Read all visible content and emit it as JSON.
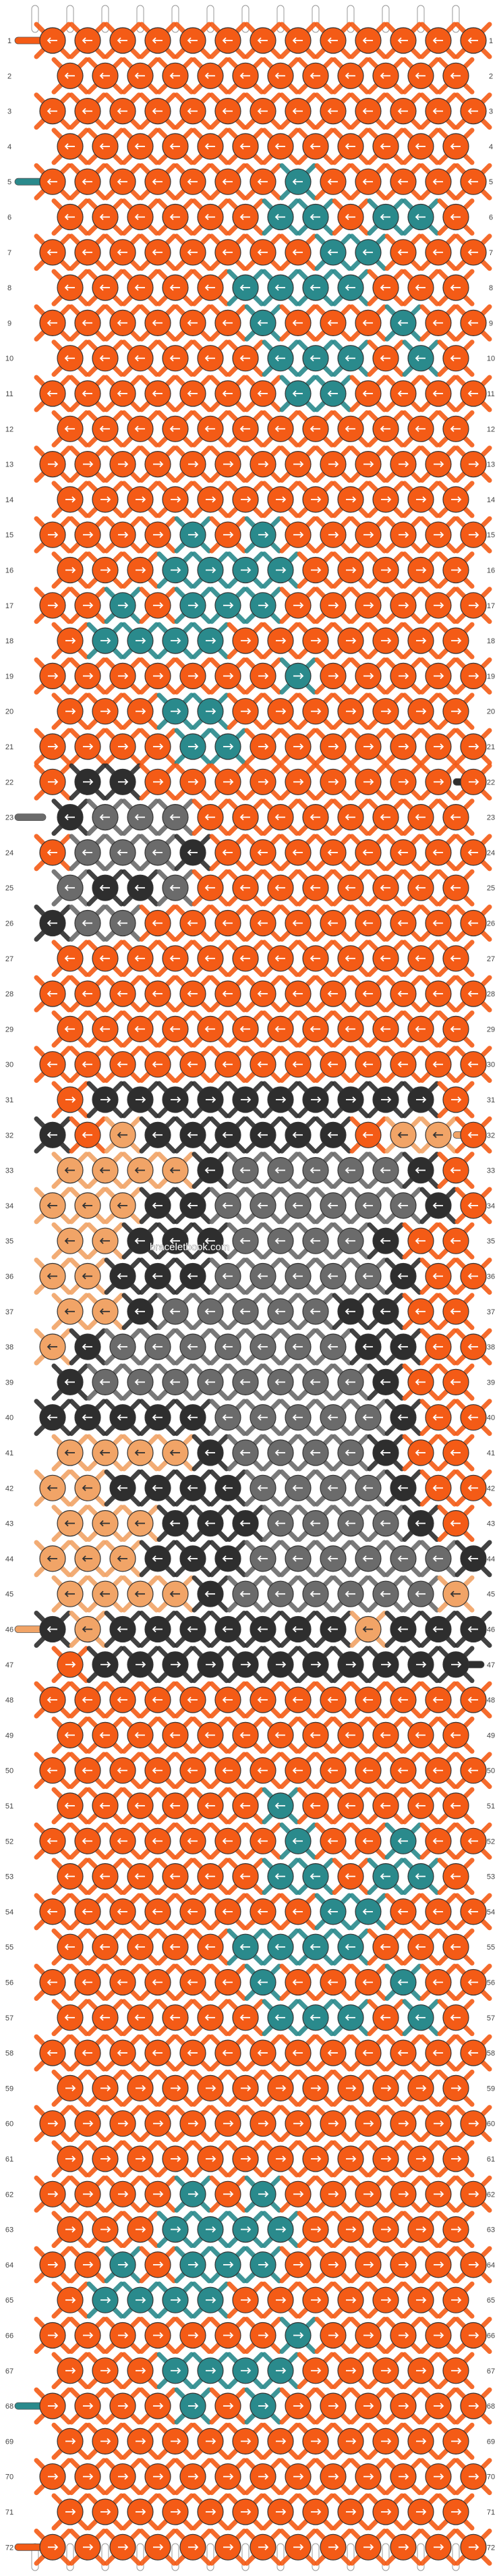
{
  "watermark": "braceletbook.com",
  "colors": {
    "orange": "#f45b16",
    "teal": "#2a8a8c",
    "dark": "#2e2e2e",
    "gray": "#6b6b6b",
    "peach": "#f1a467",
    "string_white": "#ffffff"
  },
  "strings": [
    "orange",
    "orange",
    "orange",
    "orange",
    "orange",
    "orange",
    "orange",
    "orange",
    "orange",
    "orange",
    "orange",
    "orange",
    "orange",
    "orange"
  ],
  "edge_tabs": [
    {
      "row": 1,
      "side": "left",
      "color": "orange"
    },
    {
      "row": 5,
      "side": "left",
      "color": "teal"
    },
    {
      "row": 22,
      "side": "right",
      "color": "dark"
    },
    {
      "row": 23,
      "side": "left",
      "color": "gray"
    },
    {
      "row": 32,
      "side": "right",
      "color": "peach"
    },
    {
      "row": 46,
      "side": "left",
      "color": "peach"
    },
    {
      "row": 47,
      "side": "right",
      "color": "dark"
    },
    {
      "row": 68,
      "side": "left",
      "color": "teal"
    },
    {
      "row": 72,
      "side": "left",
      "color": "orange"
    }
  ],
  "rows": [
    {
      "n": 1,
      "label": "1",
      "knots": "OOOOOOOOOOOOO",
      "arrows": "LLLLLLLLLLLLL"
    },
    {
      "n": 2,
      "label": "2",
      "knots": "OOOOOOOOOOOO",
      "arrows": "LLLLLLLLLLLL"
    },
    {
      "n": 3,
      "label": "3",
      "knots": "OOOOOOOOOOOOO",
      "arrows": "LLLLLLLLLLLLL"
    },
    {
      "n": 4,
      "label": "4",
      "knots": "OOOOOOOOOOOO",
      "arrows": "LLLLLLLLLLLL"
    },
    {
      "n": 5,
      "label": "5",
      "knots": "OOOOOOOTOOOOO",
      "arrows": "LLLLLLLLLLLLL"
    },
    {
      "n": 6,
      "label": "6",
      "knots": "OOOOOOTTOTTO",
      "arrows": "LLLLLLLLLLLL"
    },
    {
      "n": 7,
      "label": "7",
      "knots": "OOOOOOOOTTOOO",
      "arrows": "LLLLLLLLLLLLL"
    },
    {
      "n": 8,
      "label": "8",
      "knots": "OOOOOTTTTOOO",
      "arrows": "LLLLLLLLLLLL"
    },
    {
      "n": 9,
      "label": "9",
      "knots": "OOOOOOTOOOTOO",
      "arrows": "LLLLLLLLLLLLL"
    },
    {
      "n": 10,
      "label": "10",
      "knots": "OOOOOOTTTOTO",
      "arrows": "LLLLLLLLLLLL"
    },
    {
      "n": 11,
      "label": "11",
      "knots": "OOOOOOOTTOOOO",
      "arrows": "LLLLLLLLLLLLL"
    },
    {
      "n": 12,
      "label": "12",
      "knots": "OOOOOOOOOOOO",
      "arrows": "LLLLLLLLLLLL"
    },
    {
      "n": 13,
      "label": "13",
      "knots": "OOOOOOOOOOOOO",
      "arrows": "RRRRRRRRRRRRR"
    },
    {
      "n": 14,
      "label": "14",
      "knots": "OOOOOOOOOOOO",
      "arrows": "RRRRRRRRRRRR"
    },
    {
      "n": 15,
      "label": "15",
      "knots": "OOOOTOTOOOOOO",
      "arrows": "RRRRRRRRRRRRR"
    },
    {
      "n": 16,
      "label": "16",
      "knots": "OOOTTTTOOOOO",
      "arrows": "RRRRRRRRRRRR"
    },
    {
      "n": 17,
      "label": "17",
      "knots": "OOTOTTTOOOOOO",
      "arrows": "RRRRRRRRRRRRR"
    },
    {
      "n": 18,
      "label": "18",
      "knots": "OTTTTOOOOOOO",
      "arrows": "RRRRRRRRRRRR"
    },
    {
      "n": 19,
      "label": "19",
      "knots": "OOOOOOOTOOOOO",
      "arrows": "RRRRRRRRRRRRR"
    },
    {
      "n": 20,
      "label": "20",
      "knots": "OOOTTOOOOOOO",
      "arrows": "RRRRRRRRRRRR"
    },
    {
      "n": 21,
      "label": "21",
      "knots": "OOOOTTOOOOOOO",
      "arrows": "RRRRRRRRRRRRR"
    },
    {
      "n": 22,
      "label": "22",
      "knots": "ODDOOOOOOOOOO",
      "arrows": "RRRRRRRRRRRRR"
    },
    {
      "n": 23,
      "label": "23",
      "knots": "DGGGOOOOOOOO",
      "arrows": "LLLLLLLLLLLL"
    },
    {
      "n": 24,
      "label": "24",
      "knots": "OGGGDOOOOOOOO",
      "arrows": "LLLLLLLLLLLLL"
    },
    {
      "n": 25,
      "label": "25",
      "knots": "GDDGOOOOOOOO",
      "arrows": "LLLLLLLLLLLL"
    },
    {
      "n": 26,
      "label": "26",
      "knots": "DGGOOOOOOOOOO",
      "arrows": "LLLLLLLLLLLLL"
    },
    {
      "n": 27,
      "label": "27",
      "knots": "OOOOOOOOOOOO",
      "arrows": "LLLLLLLLLLLL"
    },
    {
      "n": 28,
      "label": "28",
      "knots": "OOOOOOOOOOOOO",
      "arrows": "LLLLLLLLLLLLL"
    },
    {
      "n": 29,
      "label": "29",
      "knots": "OOOOOOOOOOOO",
      "arrows": "LLLLLLLLLLLL"
    },
    {
      "n": 30,
      "label": "30",
      "knots": "OOOOOOOOOOOOO",
      "arrows": "LLLLLLLLLLLLL"
    },
    {
      "n": 31,
      "label": "31",
      "knots": "ODDDDDDDDDDO",
      "arrows": "RRRRRRRRRRRR"
    },
    {
      "n": 32,
      "label": "32",
      "knots": "DOPDDDDDDOPPO",
      "arrows": "LLLLLLLLLLLLL"
    },
    {
      "n": 33,
      "label": "33",
      "knots": "PPPPDGGGGGDO",
      "arrows": "LLLLLLLLLLLL"
    },
    {
      "n": 34,
      "label": "34",
      "knots": "PPPDDGGGGGGDO",
      "arrows": "LLLLLLLLLLLLL"
    },
    {
      "n": 35,
      "label": "35",
      "knots": "PPDDDGGGGDOO",
      "arrows": "LLLLLLLLLLLL"
    },
    {
      "n": 36,
      "label": "36",
      "knots": "PPDDDGGGGGDOO",
      "arrows": "LLLLLLLLLLLLL"
    },
    {
      "n": 37,
      "label": "37",
      "knots": "PPDGGGGGDDOO",
      "arrows": "LLLLLLLLLLLL"
    },
    {
      "n": 38,
      "label": "38",
      "knots": "PDGGGGGGGDDOO",
      "arrows": "LLLLLLLLLLLLL"
    },
    {
      "n": 39,
      "label": "39",
      "knots": "DGGGGGGGGDOO",
      "arrows": "LLLLLLLLLLLL"
    },
    {
      "n": 40,
      "label": "40",
      "knots": "DDDDDGGGGGDOO",
      "arrows": "LLLLLLLLLLLLL"
    },
    {
      "n": 41,
      "label": "41",
      "knots": "PPPPDGGGGDOO",
      "arrows": "LLLLLLLLLLLL"
    },
    {
      "n": 42,
      "label": "42",
      "knots": "PPDDDDGGGGDOO",
      "arrows": "LLLLLLLLLLLLL"
    },
    {
      "n": 43,
      "label": "43",
      "knots": "PPPDDDGGGGDO",
      "arrows": "LLLLLLLLLLLL"
    },
    {
      "n": 44,
      "label": "44",
      "knots": "PPPDDDGGGGGGD",
      "arrows": "LLLLLLLLLLLLL"
    },
    {
      "n": 45,
      "label": "45",
      "knots": "PPPPDGGGGGGP",
      "arrows": "LLLLLLLLLLLL"
    },
    {
      "n": 46,
      "label": "46",
      "knots": "DPDDDDDDDPDDD",
      "arrows": "LLLLLLLLLLLLL"
    },
    {
      "n": 47,
      "label": "47",
      "knots": "ODDDDDDDDDDD",
      "arrows": "RRRRRRRRRRRR"
    },
    {
      "n": 48,
      "label": "48",
      "knots": "OOOOOOOOOOOOO",
      "arrows": "LLLLLLLLLLLLL"
    },
    {
      "n": 49,
      "label": "49",
      "knots": "OOOOOOOOOOOO",
      "arrows": "LLLLLLLLLLLL"
    },
    {
      "n": 50,
      "label": "50",
      "knots": "OOOOOOOOOOOOO",
      "arrows": "LLLLLLLLLLLLL"
    },
    {
      "n": 51,
      "label": "51",
      "knots": "OOOOOOTOOOOO",
      "arrows": "LLLLLLLLLLLL"
    },
    {
      "n": 52,
      "label": "52",
      "knots": "OOOOOOOTOOTOO",
      "arrows": "LLLLLLLLLLLLL"
    },
    {
      "n": 53,
      "label": "53",
      "knots": "OOOOOOTTOTTO",
      "arrows": "LLLLLLLLLLLL"
    },
    {
      "n": 54,
      "label": "54",
      "knots": "OOOOOOOOTTOOO",
      "arrows": "LLLLLLLLLLLLL"
    },
    {
      "n": 55,
      "label": "55",
      "knots": "OOOOOTTTTOOO",
      "arrows": "LLLLLLLLLLLL"
    },
    {
      "n": 56,
      "label": "56",
      "knots": "OOOOOOTOOOTOO",
      "arrows": "LLLLLLLLLLLLL"
    },
    {
      "n": 57,
      "label": "57",
      "knots": "OOOOOOTTTOTO",
      "arrows": "LLLLLLLLLLLL"
    },
    {
      "n": 58,
      "label": "58",
      "knots": "OOOOOOOOOOOOO",
      "arrows": "LLLLLLLLLLLLL"
    },
    {
      "n": 59,
      "label": "59",
      "knots": "OOOOOOOOOOOO",
      "arrows": "RRRRRRRRRRRR"
    },
    {
      "n": 60,
      "label": "60",
      "knots": "OOOOOOOOOOOOO",
      "arrows": "RRRRRRRRRRRRR"
    },
    {
      "n": 61,
      "label": "61",
      "knots": "OOOOOOOOOOOO",
      "arrows": "RRRRRRRRRRRR"
    },
    {
      "n": 62,
      "label": "62",
      "knots": "OOOOTOTOOOOOO",
      "arrows": "RRRRRRRRRRRRR"
    },
    {
      "n": 63,
      "label": "63",
      "knots": "OOOTTTTOOOOO",
      "arrows": "RRRRRRRRRRRR"
    },
    {
      "n": 64,
      "label": "64",
      "knots": "OOTOTTTOOOOOO",
      "arrows": "RRRRRRRRRRRRR"
    },
    {
      "n": 65,
      "label": "65",
      "knots": "OTTTTOOOOOOO",
      "arrows": "RRRRRRRRRRRR"
    },
    {
      "n": 66,
      "label": "66",
      "knots": "OOOOOOOTOOOOO",
      "arrows": "RRRRRRRRRRRRR"
    },
    {
      "n": 67,
      "label": "67",
      "knots": "OOOTTTTOOOOO",
      "arrows": "RRRRRRRRRRRR"
    },
    {
      "n": 68,
      "label": "68",
      "knots": "OOOOTOTOOOOOO",
      "arrows": "RRRRRRRRRRRRR"
    },
    {
      "n": 69,
      "label": "69",
      "knots": "OOOOOOOOOOOO",
      "arrows": "RRRRRRRRRRRR"
    },
    {
      "n": 70,
      "label": "70",
      "knots": "OOOOOOOOOOOOO",
      "arrows": "RRRRRRRRRRRRR"
    },
    {
      "n": 71,
      "label": "71",
      "knots": "OOOOOOOOOOOO",
      "arrows": "RRRRRRRRRRRR"
    },
    {
      "n": 72,
      "label": "72",
      "knots": "OOOOOOOOOOOOO",
      "arrows": "RRRRRRRRRRRRR"
    }
  ]
}
